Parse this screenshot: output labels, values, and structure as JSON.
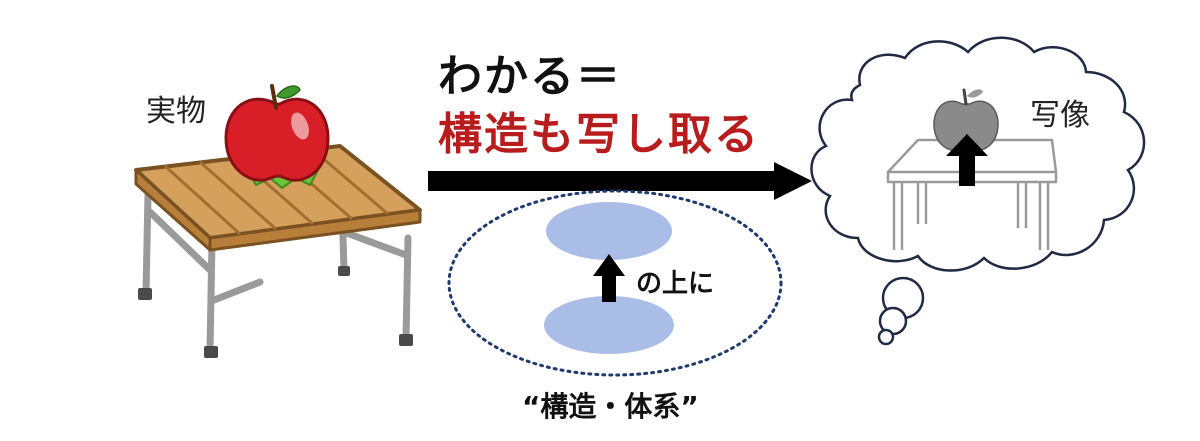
{
  "labels": {
    "real_object": "実物",
    "mental_image": "写像"
  },
  "title": {
    "line1": "わかる＝",
    "line2": "構造も写し取る"
  },
  "structure": {
    "relation": "の上に",
    "caption": "“構造・体系”"
  },
  "colors": {
    "title_accent": "#b81c1c",
    "ellipse_fill": "#a9bde6",
    "table_wood": "#cf9a55",
    "apple_red": "#d81f28",
    "apple_gray": "#8a8a8a"
  }
}
